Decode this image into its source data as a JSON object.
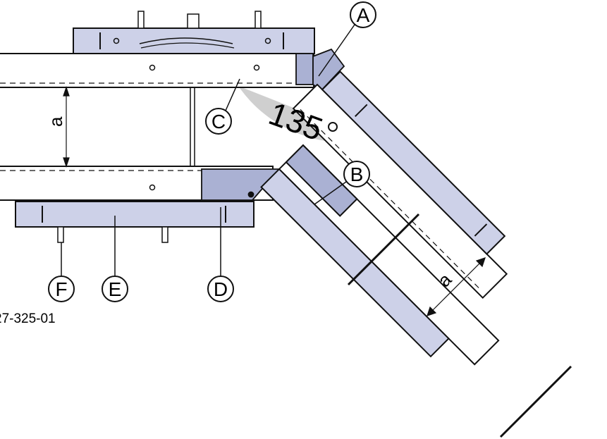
{
  "callouts": {
    "a": "A",
    "b": "B",
    "c": "C",
    "d": "D",
    "e": "E",
    "f": "F"
  },
  "dimensions": {
    "left": "a",
    "right": "a"
  },
  "angle": {
    "value": "135",
    "unit": "°"
  },
  "drawing_code": "27-325-01",
  "colors": {
    "waler": "#cdd1e8",
    "waler_dark": "#aab1d3",
    "angle_fill": "#cfcfcf",
    "line": "#111111"
  }
}
